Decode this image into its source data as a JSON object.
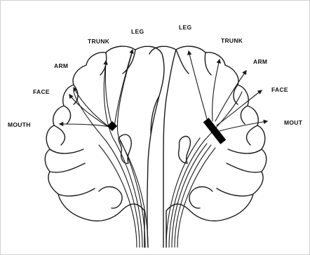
{
  "labels": {
    "left": {
      "leg": "LEG",
      "trunk": "TRUNK",
      "arm": "ARM",
      "face": "FACE",
      "mouth": "MOUTH"
    },
    "right": {
      "leg": "LEG",
      "trunk": "TRUNK",
      "arm": "ARM",
      "face": "FACE",
      "mouth": "MOUT"
    }
  },
  "colors": {
    "ink": "#1a1a1a",
    "lesion": "#000000",
    "background": "#ffffff"
  },
  "lesions": {
    "left": "small-lesion",
    "right": "large-lesion"
  }
}
